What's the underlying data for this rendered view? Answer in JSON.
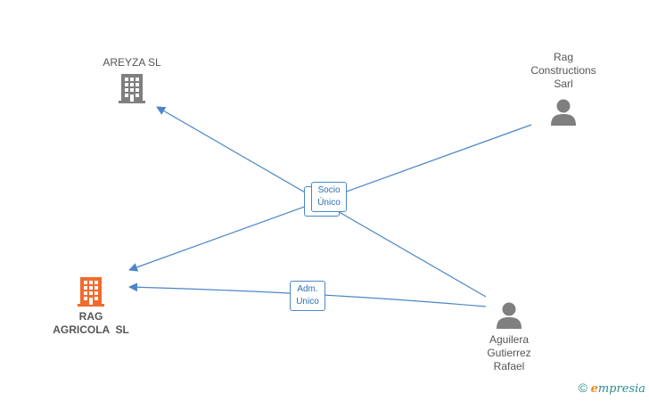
{
  "nodes": {
    "areyza": {
      "label": "AREYZA SL",
      "icon": "building-icon",
      "color": "#7f7f7f"
    },
    "rag_constructions": {
      "label_lines": [
        "Rag",
        "Constructions",
        "Sarl"
      ],
      "icon": "person-icon",
      "color": "#7f7f7f"
    },
    "rag_agricola": {
      "label_lines": [
        "RAG",
        "AGRICOLA  SL"
      ],
      "icon": "building-icon",
      "color": "#f26a2e"
    },
    "aguilera": {
      "label_lines": [
        "Aguilera",
        "Gutierrez",
        "Rafael"
      ],
      "icon": "person-icon",
      "color": "#7f7f7f"
    }
  },
  "edges": {
    "socio_unico": {
      "line1": "Socio",
      "line2": "Único"
    },
    "adm_unico": {
      "line1": "Adm.",
      "line2": "Unico"
    },
    "color": "#4a86c8"
  },
  "brand": {
    "copyright": "©",
    "first_letter": "e",
    "rest": "mpresia"
  }
}
